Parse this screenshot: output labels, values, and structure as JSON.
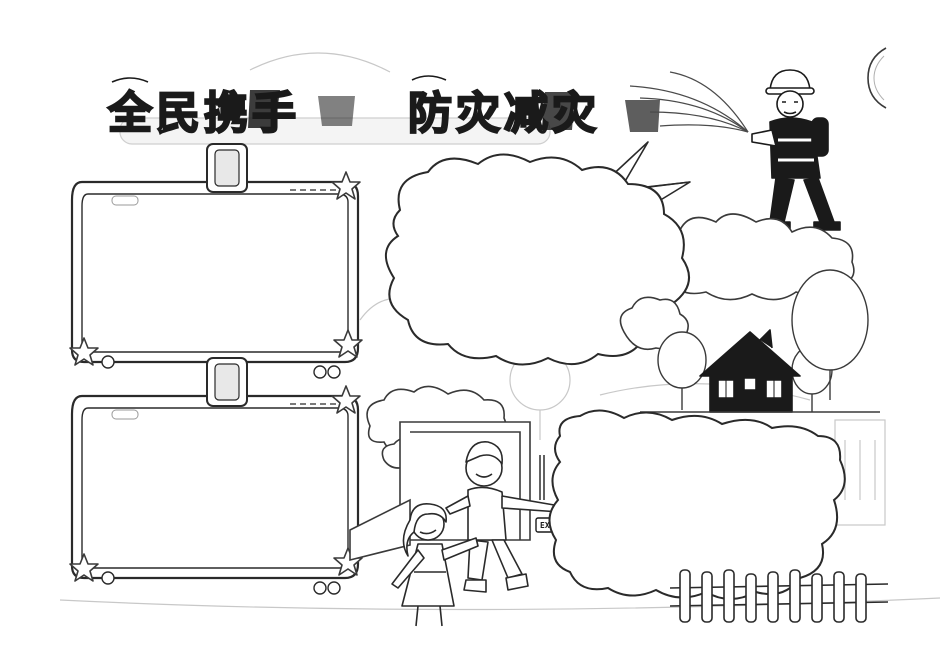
{
  "title": {
    "part1": "全民携手",
    "part2": "防灾减灾"
  },
  "exit_sign": {
    "label": "EXIT"
  },
  "colors": {
    "ink": "#1a1a1a",
    "line": "#3a3a3a",
    "paper": "#ffffff",
    "soft": "#9a9a9a",
    "light": "#d8d8d8"
  },
  "icons": [
    "firefighter-icon",
    "paper-plane-icon",
    "house-icon",
    "star-icon",
    "exit-arrow-icon",
    "sun-icon"
  ]
}
